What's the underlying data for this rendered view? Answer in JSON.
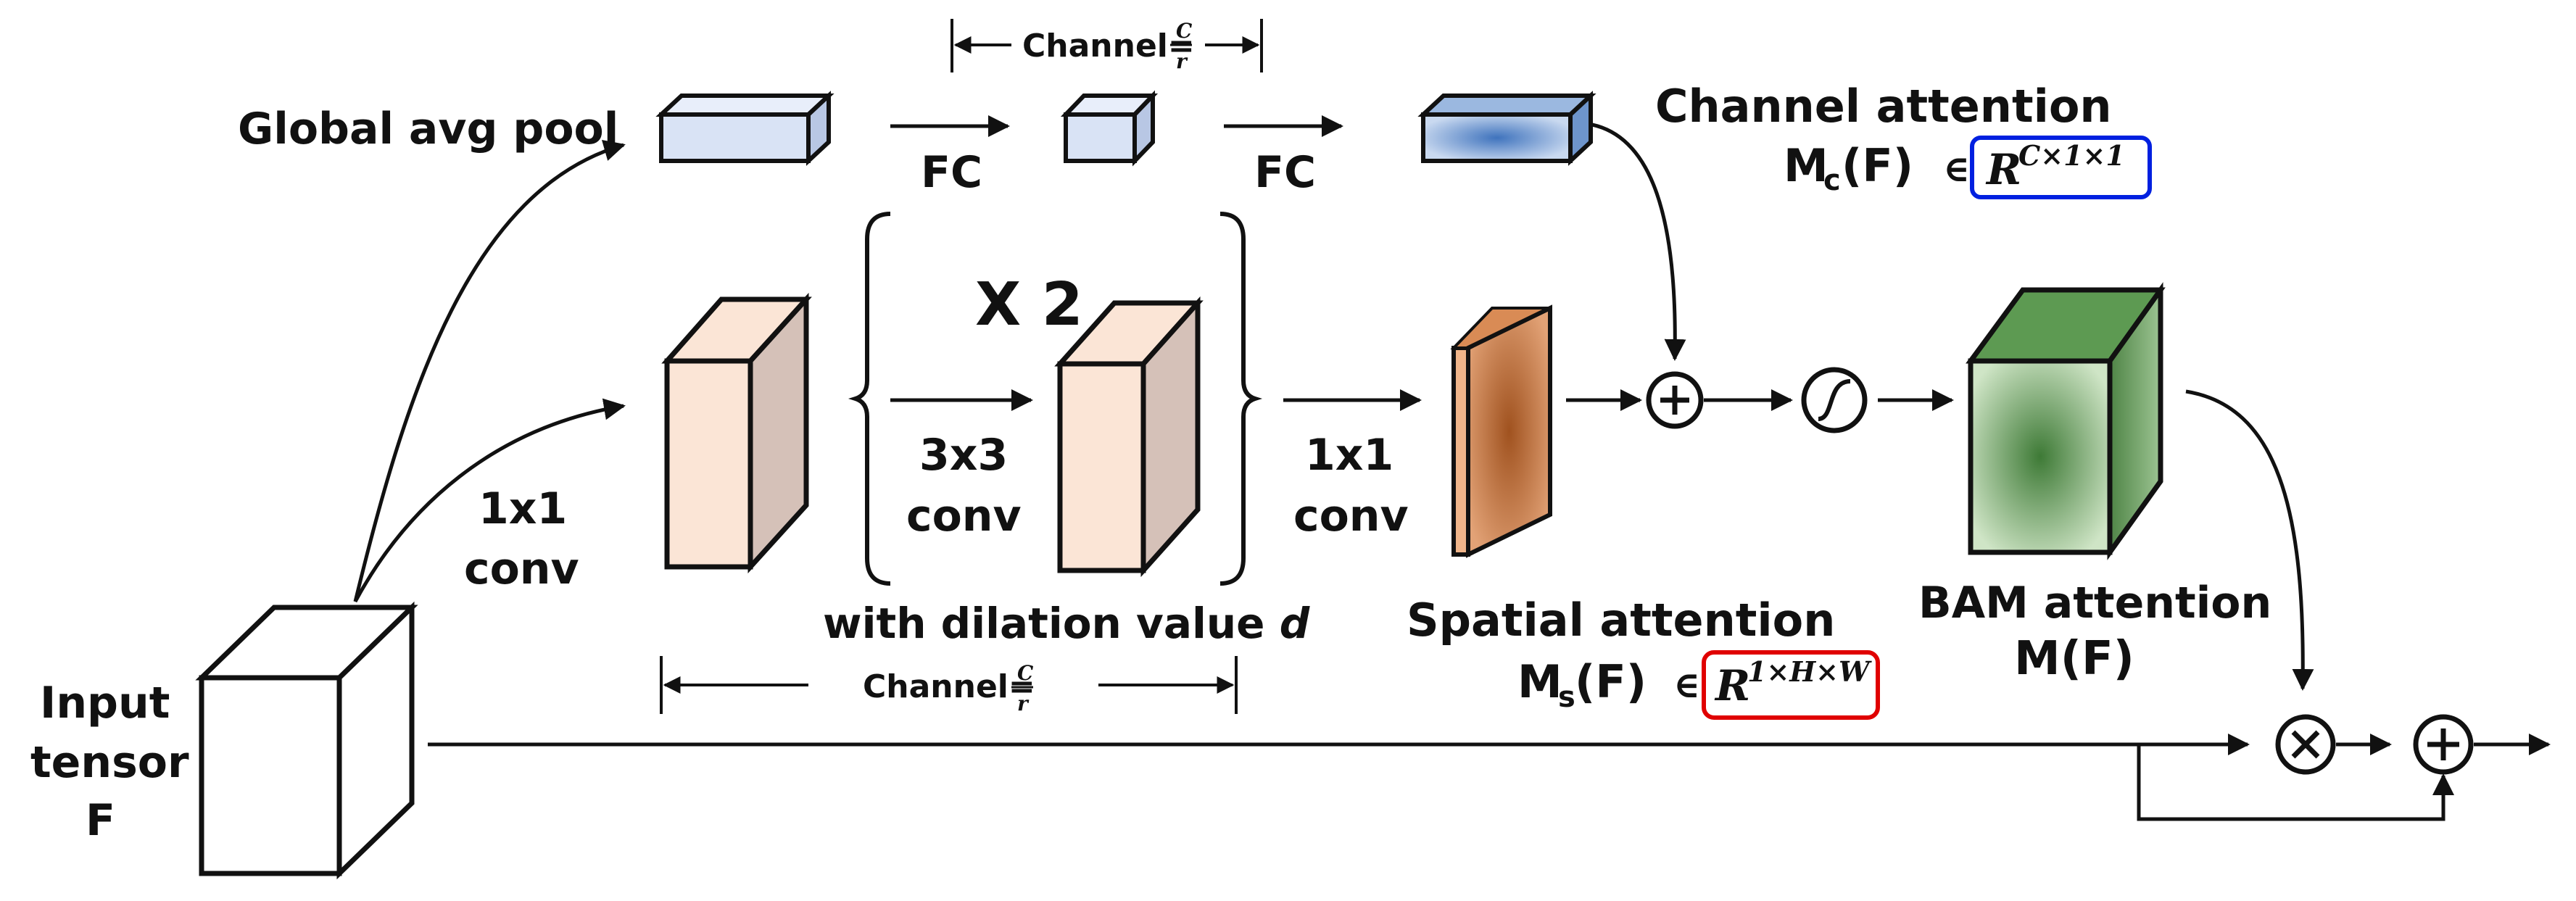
{
  "labels": {
    "global_avg_pool": "Global avg pool",
    "fc1": "FC",
    "fc2": "FC",
    "channel_attention_title": "Channel attention",
    "channel_attention_symbol_main": "M",
    "channel_attention_symbol_sub": "c",
    "channel_attention_symbol_arg": "(F)",
    "element_of_1": "∈",
    "channel_space": "R",
    "channel_space_dims": "C×1×1",
    "channel_ratio_prefix": "Channel=",
    "ratio_num": "C",
    "ratio_den": "r",
    "repeat": "X 2",
    "conv_1x1_in_a": "1x1",
    "conv_1x1_in_b": "conv",
    "conv_3x3_a": "3x3",
    "conv_3x3_b": "conv",
    "conv_1x1_out_a": "1x1",
    "conv_1x1_out_b": "conv",
    "dilation_prefix": "with dilation value ",
    "dilation_var": "d",
    "spatial_attention_title": "Spatial attention",
    "spatial_attention_symbol_main": "M",
    "spatial_attention_symbol_sub": "s",
    "spatial_attention_symbol_arg": "(F)",
    "element_of_2": "∈",
    "spatial_space": "R",
    "spatial_space_dims": "1×H×W",
    "bam_title": "BAM attention",
    "bam_symbol": "M(F)",
    "input_line1": "Input",
    "input_line2": "tensor",
    "input_line3": "F"
  },
  "colors": {
    "pool_box": "#d9e3f5",
    "feature_box_front": "#fbe5d6",
    "feature_box_side": "#d5c1b8",
    "spatial_map": "#c06a2e",
    "channel_map": "#4f82c4",
    "bam_cube": "#5d9650",
    "highlight_blue": "#0020e0",
    "highlight_red": "#e00000"
  }
}
